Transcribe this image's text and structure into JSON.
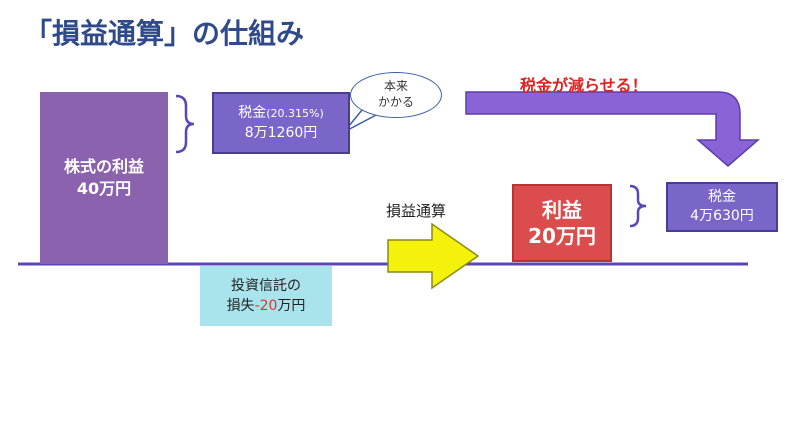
{
  "title": "「損益通算」の仕組み",
  "stock_profit": {
    "line1": "株式の利益",
    "line2": "40万円"
  },
  "tax_before": {
    "label": "税金",
    "rate": "(20.315%)",
    "amount": "8万1260円"
  },
  "bubble": {
    "line1": "本来",
    "line2": "かかる"
  },
  "reduce_caption": "税金が減らせる！",
  "offset_label": "損益通算",
  "net_profit": {
    "line1": "利益",
    "line2": "20万円"
  },
  "tax_after": {
    "label": "税金",
    "amount": "4万630円"
  },
  "fund_loss": {
    "line1": "投資信託の",
    "line2_prefix": "損失",
    "line2_value": "-20",
    "line2_suffix": "万円"
  },
  "colors": {
    "title": "#2f4a8a",
    "stock": "#8a62ad",
    "tax_box": "#7a65c8",
    "profit": "#db4d4d",
    "loss": "#a9e3ec",
    "arrow_yellow": "#f4f20a",
    "arrow_purple": "#8a64d6",
    "baseline": "#5b46b8",
    "negative": "#e53333"
  }
}
